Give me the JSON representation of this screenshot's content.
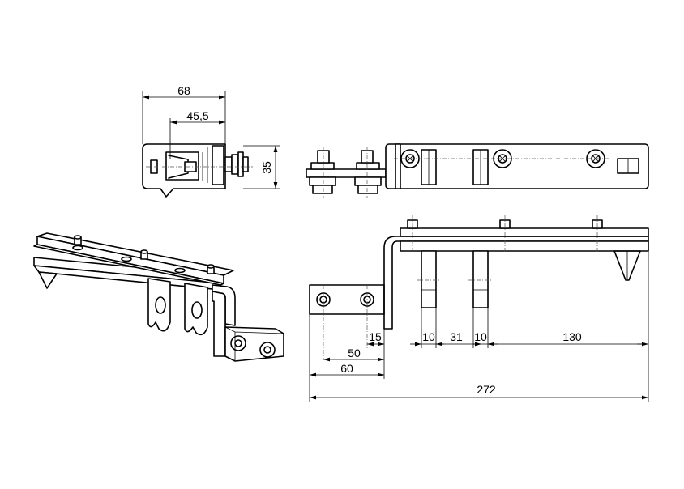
{
  "dimensions": {
    "top_width": "68",
    "top_inner": "45,5",
    "top_height": "35",
    "d10a": "10",
    "d31": "31",
    "d10b": "10",
    "d130": "130",
    "d15": "15",
    "d50": "50",
    "d60": "60",
    "d272": "272"
  }
}
